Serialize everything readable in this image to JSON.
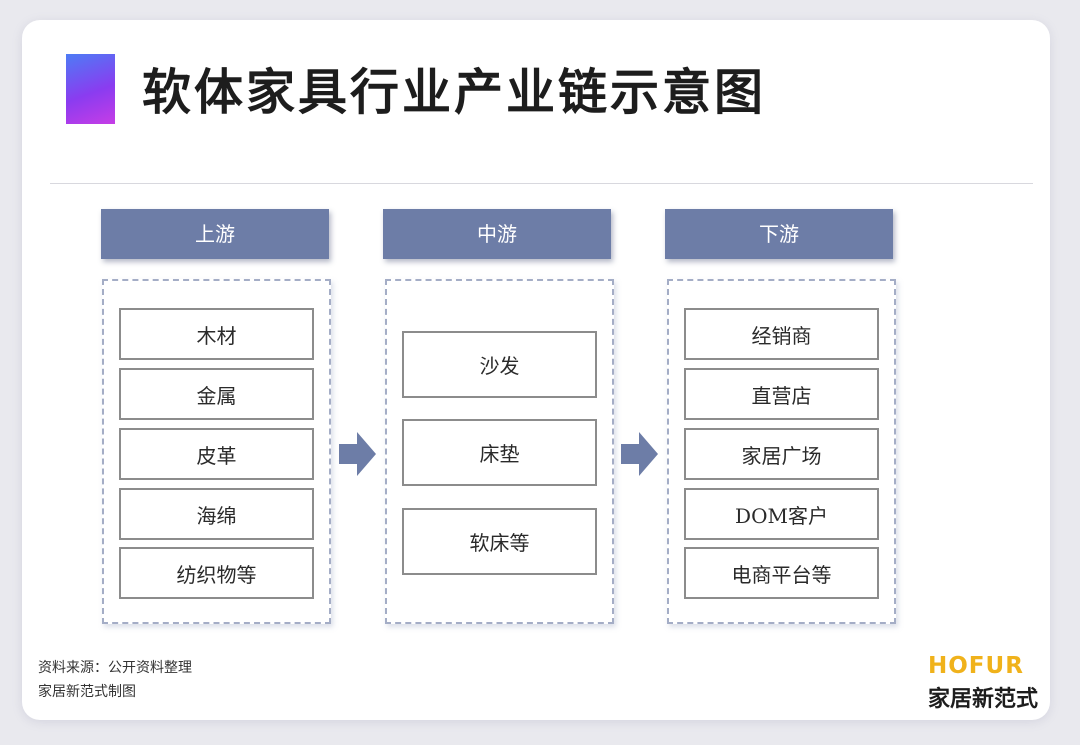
{
  "title": "软体家具行业产业链示意图",
  "columns": [
    {
      "header": "上游",
      "items": [
        "木材",
        "金属",
        "皮革",
        "海绵",
        "纺织物等"
      ]
    },
    {
      "header": "中游",
      "items": [
        "沙发",
        "床垫",
        "软床等"
      ]
    },
    {
      "header": "下游",
      "items": [
        "经销商",
        "直营店",
        "家居广场",
        "DOM客户",
        "电商平台等"
      ]
    }
  ],
  "footer": {
    "source": "资料来源：公开资料整理",
    "credit": "家居新范式制图"
  },
  "brand": {
    "name_en": "HOFUR",
    "name_cn": "家居新范式"
  },
  "colors": {
    "header_bg": "#6d7da7",
    "arrow": "#6d7da7",
    "brand_en": "#f0b21b",
    "accent_gradient": [
      "#4d7cf5",
      "#c63de6"
    ]
  }
}
